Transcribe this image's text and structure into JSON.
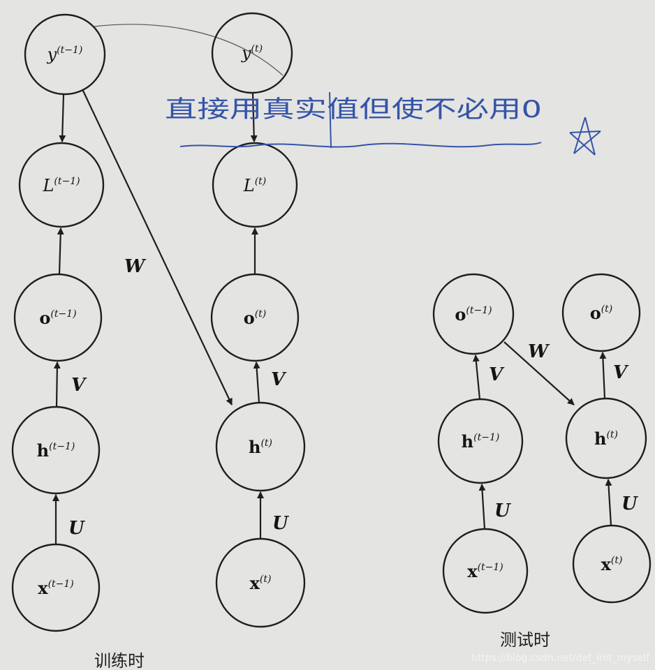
{
  "nodes": {
    "train_y_prev": {
      "base": "y",
      "sup": "(t−1)",
      "style": "italic"
    },
    "train_y_t": {
      "base": "y",
      "sup": "(t)",
      "style": "italic"
    },
    "train_L_prev": {
      "base": "L",
      "sup": "(t−1)",
      "style": "italic"
    },
    "train_L_t": {
      "base": "L",
      "sup": "(t)",
      "style": "italic"
    },
    "train_o_prev": {
      "base": "o",
      "sup": "(t−1)",
      "style": "bold"
    },
    "train_o_t": {
      "base": "o",
      "sup": "(t)",
      "style": "bold"
    },
    "train_h_prev": {
      "base": "h",
      "sup": "(t−1)",
      "style": "bold"
    },
    "train_h_t": {
      "base": "h",
      "sup": "(t)",
      "style": "bold"
    },
    "train_x_prev": {
      "base": "x",
      "sup": "(t−1)",
      "style": "bold"
    },
    "train_x_t": {
      "base": "x",
      "sup": "(t)",
      "style": "bold"
    },
    "test_o_prev": {
      "base": "o",
      "sup": "(t−1)",
      "style": "bold"
    },
    "test_o_t": {
      "base": "o",
      "sup": "(t)",
      "style": "bold"
    },
    "test_h_prev": {
      "base": "h",
      "sup": "(t−1)",
      "style": "bold"
    },
    "test_h_t": {
      "base": "h",
      "sup": "(t)",
      "style": "bold"
    },
    "test_x_prev": {
      "base": "x",
      "sup": "(t−1)",
      "style": "bold"
    },
    "test_x_t": {
      "base": "x",
      "sup": "(t)",
      "style": "bold"
    }
  },
  "edge_labels": {
    "W": "W",
    "V": "V",
    "U": "U"
  },
  "captions": {
    "train": "训练时",
    "test": "测试时"
  },
  "handwritten_note": "直接用真实值但使不必用0",
  "watermark": "https://blog.csdn.net/def_init_myself",
  "colors": {
    "ink": "#1e1e1e",
    "paper": "#e4e4e2",
    "pen_blue": "#3554a8"
  }
}
